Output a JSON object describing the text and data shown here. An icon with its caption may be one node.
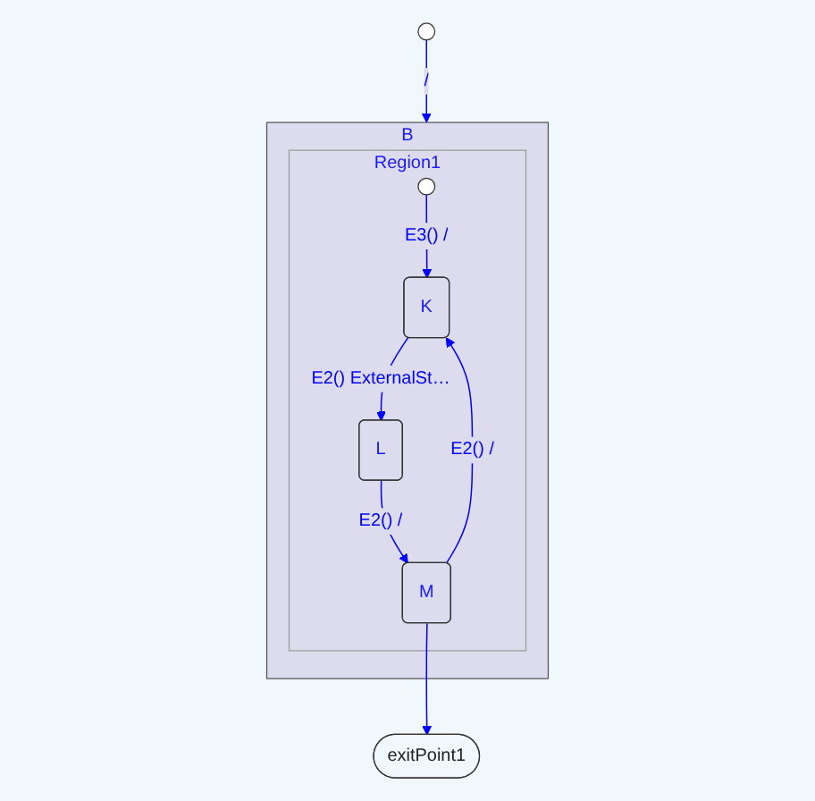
{
  "diagram": {
    "nodes": [
      {
        "text": [],
        "shape": "circle"
      },
      {
        "text": [
          "B"
        ]
      },
      {
        "text": [
          "Region1"
        ],
        "in": 1
      },
      {
        "text": [],
        "shape": "circle",
        "in": 2
      },
      {
        "text": [
          "K"
        ],
        "in": 2
      },
      {
        "text": [
          "L"
        ],
        "in": 2
      },
      {
        "text": [
          "M"
        ],
        "in": 2
      },
      {
        "text": [
          "exitPoint1"
        ]
      }
    ],
    "edges": [
      {
        "from": 0,
        "to": 1,
        "arrow": "to",
        "label": "/"
      },
      {
        "from": 3,
        "to": 4,
        "arrow": "to",
        "label": "E3() /"
      },
      {
        "from": 4,
        "to": 5,
        "arrow": "to",
        "label": "E2() ExternalSt…"
      },
      {
        "from": 5,
        "to": 6,
        "arrow": "to",
        "label": "E2() /"
      },
      {
        "from": 6,
        "to": 4,
        "arrow": "to",
        "label": "E2() /"
      },
      {
        "from": 6,
        "to": 7,
        "arrow": "to"
      }
    ]
  }
}
